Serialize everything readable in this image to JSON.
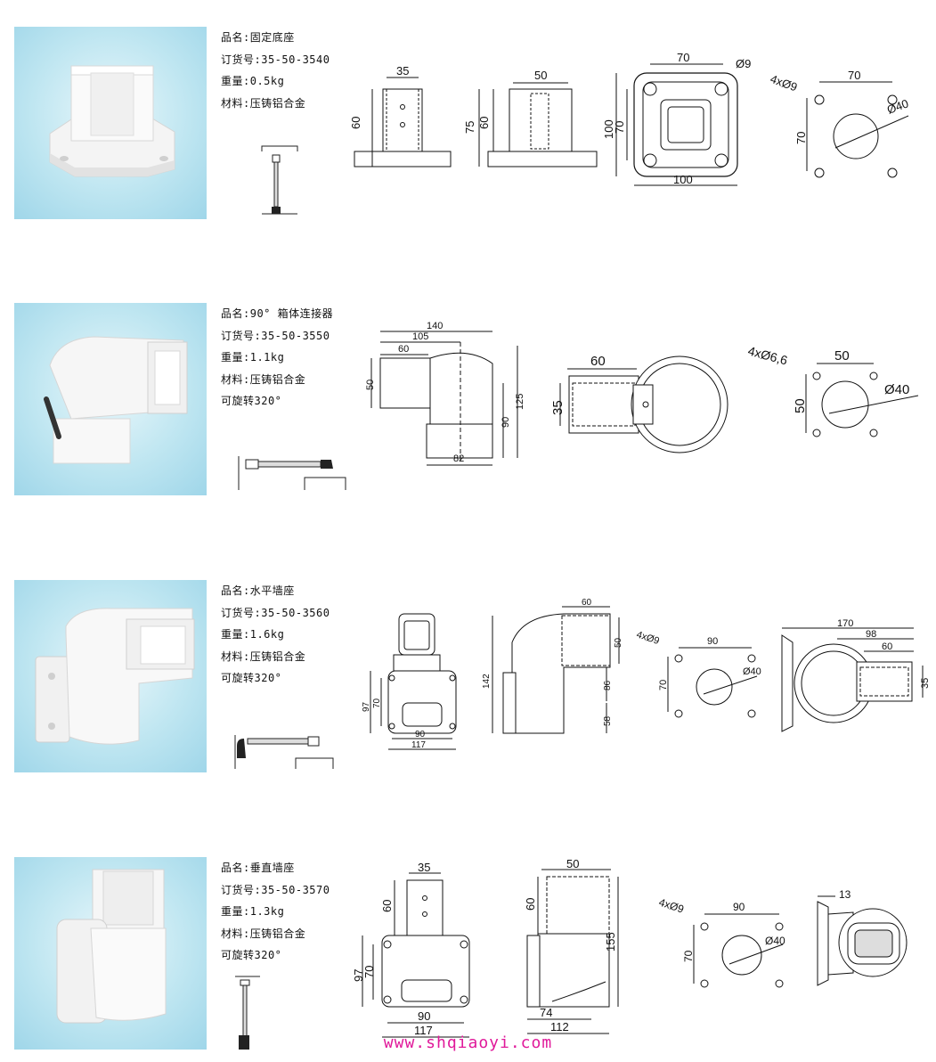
{
  "products": [
    {
      "name": "品名:固定底座",
      "order_no": "订货号:35-50-3540",
      "weight": "重量:0.5kg",
      "material": "材料:压铸铝合金",
      "dims": {
        "w35": "35",
        "h60": "60",
        "w50": "50",
        "h75": "75",
        "h60b": "60",
        "w70": "70",
        "d9": "Ø9",
        "h100": "100",
        "h70": "70",
        "w100": "100",
        "holes": "4xØ9",
        "w70b": "70",
        "d40": "Ø40",
        "h70b": "70"
      }
    },
    {
      "name": "品名:90° 箱体连接器",
      "order_no": "订货号:35-50-3550",
      "weight": "重量:1.1kg",
      "material": "材料:压铸铝合金",
      "rotation": "可旋转320°",
      "dims": {
        "w140": "140",
        "w105": "105",
        "w60": "60",
        "h50": "50",
        "h90": "90",
        "h125": "125",
        "w82": "82",
        "w60b": "60",
        "h35": "35",
        "holes": "4xØ6,6",
        "w50": "50",
        "d40": "Ø40",
        "h50b": "50"
      }
    },
    {
      "name": "品名:水平墙座",
      "order_no": "订货号:35-50-3560",
      "weight": "重量:1.6kg",
      "material": "材料:压铸铝合金",
      "rotation": "可旋转320°",
      "dims": {
        "h97": "97",
        "h70": "70",
        "w90": "90",
        "w117": "117",
        "w60": "60",
        "h50": "50",
        "h142": "142",
        "h86": "86",
        "h58": "58",
        "holes": "4xØ9",
        "w90b": "90",
        "h70b": "70",
        "d40": "Ø40",
        "w170": "170",
        "w98": "98",
        "w60b": "60",
        "h35": "35"
      }
    },
    {
      "name": "品名:垂直墙座",
      "order_no": "订货号:35-50-3570",
      "weight": "重量:1.3kg",
      "material": "材料:压铸铝合金",
      "rotation": "可旋转320°",
      "dims": {
        "w35": "35",
        "h60": "60",
        "h97": "97",
        "h70": "70",
        "w90": "90",
        "w117": "117",
        "w50": "50",
        "h60b": "60",
        "h155": "155",
        "w74": "74",
        "w112": "112",
        "holes": "4xØ9",
        "w90b": "90",
        "h70b": "70",
        "d40": "Ø40",
        "w13": "13"
      }
    }
  ],
  "footer": "www.shqiaoyi.com"
}
